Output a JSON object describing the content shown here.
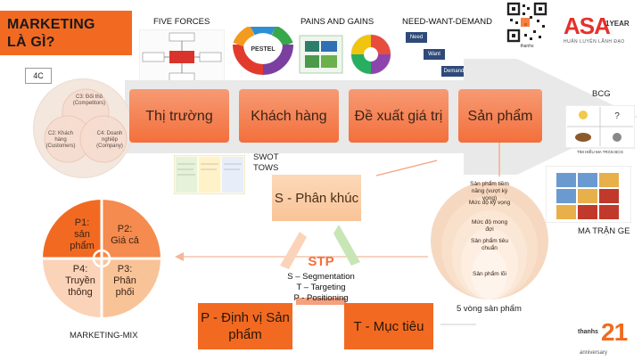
{
  "title": {
    "line1": "MARKETING",
    "line2": "LÀ GÌ?"
  },
  "top_labels": {
    "five_forces": "FIVE FORCES",
    "pains_gains": "PAINS AND GAINS",
    "need_want": "NEED-WANT-DEMAND",
    "pestel": "PESTEL",
    "bcg": "BCG",
    "swot": "SWOT",
    "tows": "TOWS",
    "ge": "MA TRẬN GE",
    "marketing_mix": "MARKETING-MIX",
    "five_rings": "5 vòng sản phẩm",
    "bcg_caption": "TÌM HIỂU MA TRẬN BCG"
  },
  "need_want_boxes": [
    "Need",
    "Want",
    "Demand"
  ],
  "logo": {
    "brand": "ASA",
    "suffix": "1YEAR",
    "tagline": "HUẤN LUYỆN LÃNH ĐẠO",
    "qr_caption": "thanhs"
  },
  "footer_logo": {
    "number": "21",
    "brand": "thanhs",
    "sub": "anniversary"
  },
  "venn": {
    "tag": "4C",
    "c3": "C3: Đối thủ\n(Competitors)",
    "c2": "C2: Khách hàng\n(Customers)",
    "c4": "C4: Doanh nghiệp\n(Company)"
  },
  "process_steps": [
    "Thị trường",
    "Khách hàng",
    "Đề xuất giá trị",
    "Sản phẩm"
  ],
  "segmentation": "S - Phân khúc",
  "positioning": "P - Định vị Sản phẩm",
  "targeting": "T - Mục tiêu",
  "stp": {
    "title": "STP",
    "lines": [
      "S – Segmentation",
      "T – Targeting",
      "P - Positioning"
    ]
  },
  "mix": {
    "p1": "P1:\nsản\nphẩm",
    "p2": "P2:\nGiá cả",
    "p4": "P4:\nTruyền\nthông",
    "p3": "P3:\nPhân\nphối"
  },
  "rings": [
    "Sản phẩm tiềm năng (vượt kỳ vọng)",
    "Mức độ kỳ vọng",
    "Mức độ mong đợi",
    "Sản phẩm tiêu chuẩn",
    "Sản phẩm lõi"
  ],
  "colors": {
    "orange": "#f26a21",
    "light_orange": "#f9c398",
    "arrow_gray": "#e8e8e8"
  }
}
